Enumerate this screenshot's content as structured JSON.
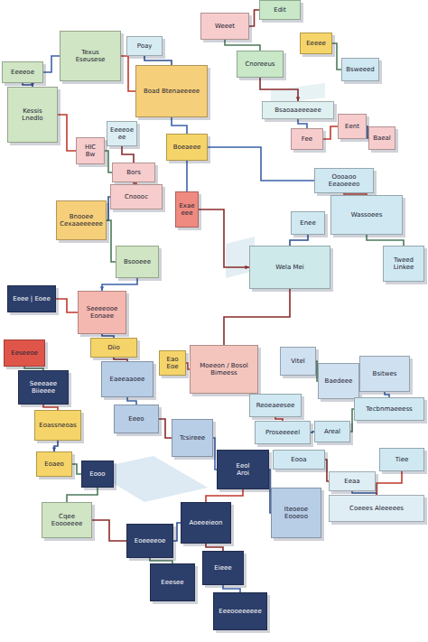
{
  "diagram": {
    "nodes": [
      {
        "text": [
          "Texus",
          "Eseusese"
        ]
      },
      {
        "text": [
          "Poay"
        ]
      },
      {
        "text": [
          "Boad Btenaeeeee"
        ]
      },
      {
        "text": [
          "Weeet"
        ]
      },
      {
        "text": [
          "Edit"
        ]
      },
      {
        "text": [
          "Eeeee"
        ]
      },
      {
        "text": [
          "Cnoreeus"
        ]
      },
      {
        "text": [
          "Bsweeed"
        ]
      },
      {
        "text": [
          "Eeeeoe"
        ]
      },
      {
        "text": [
          "Kessis",
          "Lnedlo"
        ]
      },
      {
        "text": [
          "Bsaoaaeeeaee"
        ]
      },
      {
        "text": [
          "Fee"
        ]
      },
      {
        "text": [
          "Eent"
        ]
      },
      {
        "text": [
          "Baeal"
        ]
      },
      {
        "text": [
          "Eeeeoeee"
        ]
      },
      {
        "text": [
          "HIC Bw"
        ]
      },
      {
        "text": [
          "Boeaeee"
        ]
      },
      {
        "text": [
          "Bors"
        ]
      },
      {
        "text": [
          "Cnoooc"
        ]
      },
      {
        "text": [
          "Exaeeee"
        ]
      },
      {
        "text": [
          "Bnooee",
          "Cexaaeeeeee"
        ]
      },
      {
        "text": [
          "Oooaoo",
          "Eeaoeeeo"
        ]
      },
      {
        "text": [
          "Enee"
        ]
      },
      {
        "text": [
          "Wassoees"
        ]
      },
      {
        "text": [
          "Tweed Linkee"
        ]
      },
      {
        "text": [
          "Bsooeee"
        ]
      },
      {
        "text": [
          "Wela Mei"
        ]
      },
      {
        "text": [
          "Eeee | Eoee"
        ]
      },
      {
        "text": [
          "Seeeeooe",
          "Eonaee"
        ]
      },
      {
        "text": [
          "Eeseeoe"
        ]
      },
      {
        "text": [
          "Seeeaee Biieeee"
        ]
      },
      {
        "text": [
          "Diio"
        ]
      },
      {
        "text": [
          "Eaeeaaoee"
        ]
      },
      {
        "text": [
          "Eao",
          "Eoe"
        ]
      },
      {
        "text": [
          "Moeeon / Bosol",
          "Bimeess"
        ]
      },
      {
        "text": [
          "Vitel"
        ]
      },
      {
        "text": [
          "Baedeee"
        ]
      },
      {
        "text": [
          "Bsitwes"
        ]
      },
      {
        "text": [
          "Eoassneoas"
        ]
      },
      {
        "text": [
          "Reoeaeesee"
        ]
      },
      {
        "text": [
          "Eeeo"
        ]
      },
      {
        "text": [
          "Proseeeeel"
        ]
      },
      {
        "text": [
          "Areal"
        ]
      },
      {
        "text": [
          "Tecbnmaeeess"
        ]
      },
      {
        "text": [
          "Eoaeo"
        ]
      },
      {
        "text": [
          "Eooo"
        ]
      },
      {
        "text": [
          "Tcsireee"
        ]
      },
      {
        "text": [
          "Eeol",
          "Aroi"
        ]
      },
      {
        "text": [
          "Eooa"
        ]
      },
      {
        "text": [
          "Tiee"
        ]
      },
      {
        "text": [
          "Coeees Aleeeees"
        ]
      },
      {
        "text": [
          "Eeaa"
        ]
      },
      {
        "text": [
          "Cqee",
          "Eoooeeee"
        ]
      },
      {
        "text": [
          "Aoeeeieon"
        ]
      },
      {
        "text": [
          "Eoeeeeoe"
        ]
      },
      {
        "text": [
          "Iteoeoe",
          "Eooeoo"
        ]
      },
      {
        "text": [
          "Eeesee"
        ]
      },
      {
        "text": [
          "Eieee"
        ]
      },
      {
        "text": [
          "Eeeooeeeeee"
        ]
      }
    ],
    "edges": [
      {
        "from": 0,
        "to": 2,
        "arrow": "none"
      },
      {
        "from": 1,
        "to": 2,
        "arrow": "none"
      },
      {
        "from": 3,
        "to": 6,
        "arrow": "none"
      },
      {
        "from": 6,
        "to": 10,
        "arrow": "to"
      },
      {
        "from": 2,
        "to": 16,
        "arrow": "none"
      },
      {
        "from": 9,
        "to": 15,
        "arrow": "none"
      },
      {
        "from": 8,
        "to": 9,
        "arrow": "to"
      },
      {
        "from": 15,
        "to": 17,
        "arrow": "none"
      },
      {
        "from": 14,
        "to": 17,
        "arrow": "none"
      },
      {
        "from": 16,
        "to": 19,
        "arrow": "none"
      },
      {
        "from": 17,
        "to": 18,
        "arrow": "none"
      },
      {
        "from": 18,
        "to": 20,
        "arrow": "none"
      },
      {
        "from": 20,
        "to": 25,
        "arrow": "none"
      },
      {
        "from": 19,
        "to": 26,
        "arrow": "to"
      },
      {
        "from": 16,
        "to": 21,
        "arrow": "none"
      },
      {
        "from": 21,
        "to": 23,
        "arrow": "none"
      },
      {
        "from": 22,
        "to": 26,
        "arrow": "none"
      },
      {
        "from": 23,
        "to": 24,
        "arrow": "none"
      },
      {
        "from": 26,
        "to": 34,
        "arrow": "none"
      },
      {
        "from": 25,
        "to": 28,
        "arrow": "to"
      },
      {
        "from": 27,
        "to": 28,
        "arrow": "none"
      },
      {
        "from": 28,
        "to": 31,
        "arrow": "none"
      },
      {
        "from": 29,
        "to": 30,
        "arrow": "none"
      },
      {
        "from": 31,
        "to": 32,
        "arrow": "none"
      },
      {
        "from": 32,
        "to": 40,
        "arrow": "none"
      },
      {
        "from": 33,
        "to": 34,
        "arrow": "none"
      },
      {
        "from": 34,
        "to": 39,
        "arrow": "none"
      },
      {
        "from": 35,
        "to": 36,
        "arrow": "none"
      },
      {
        "from": 36,
        "to": 37,
        "arrow": "none"
      },
      {
        "from": 37,
        "to": 43,
        "arrow": "none"
      },
      {
        "from": 30,
        "to": 38,
        "arrow": "none"
      },
      {
        "from": 38,
        "to": 44,
        "arrow": "to"
      },
      {
        "from": 44,
        "to": 45,
        "arrow": "none"
      },
      {
        "from": 40,
        "to": 46,
        "arrow": "none"
      },
      {
        "from": 46,
        "to": 47,
        "arrow": "none"
      },
      {
        "from": 47,
        "to": 53,
        "arrow": "none"
      },
      {
        "from": 53,
        "to": 54,
        "arrow": "none"
      },
      {
        "from": 54,
        "to": 56,
        "arrow": "none"
      },
      {
        "from": 53,
        "to": 57,
        "arrow": "none"
      },
      {
        "from": 57,
        "to": 58,
        "arrow": "none"
      },
      {
        "from": 39,
        "to": 41,
        "arrow": "none"
      },
      {
        "from": 41,
        "to": 42,
        "arrow": "none"
      },
      {
        "from": 42,
        "to": 43,
        "arrow": "none"
      },
      {
        "from": 48,
        "to": 51,
        "arrow": "none"
      },
      {
        "from": 51,
        "to": 50,
        "arrow": "none"
      },
      {
        "from": 49,
        "to": 50,
        "arrow": "none"
      },
      {
        "from": 55,
        "to": 47,
        "arrow": "none"
      },
      {
        "from": 45,
        "to": 52,
        "arrow": "none"
      },
      {
        "from": 52,
        "to": 54,
        "arrow": "none"
      },
      {
        "from": 10,
        "to": 11,
        "arrow": "none"
      },
      {
        "from": 11,
        "to": 12,
        "arrow": "none"
      },
      {
        "from": 12,
        "to": 13,
        "arrow": "none"
      },
      {
        "from": 5,
        "to": 7,
        "arrow": "none"
      },
      {
        "from": 3,
        "to": 4,
        "arrow": "none"
      },
      {
        "from": 0,
        "to": 8,
        "arrow": "none"
      }
    ]
  }
}
